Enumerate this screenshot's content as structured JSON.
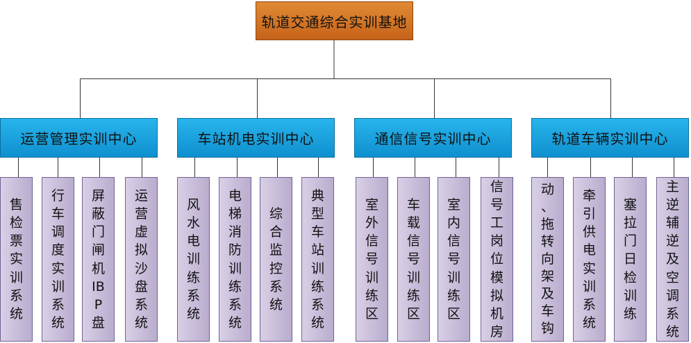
{
  "root": {
    "label": "轨道交通综合实训基地"
  },
  "centers": [
    {
      "label": "运营管理实训中心",
      "children": [
        "售检票实训系统",
        "行车调度实训系统",
        "屏蔽门闸机IBP盘",
        "运营虚拟沙盘系统"
      ]
    },
    {
      "label": "车站机电实训中心",
      "children": [
        "风水电训练系统",
        "电梯消防训练系统",
        "综合监控系统",
        "典型车站训练系统"
      ]
    },
    {
      "label": "通信信号实训中心",
      "children": [
        "室外信号训练区",
        "车载信号训练区",
        "室内信号训练区",
        "信号工岗位模拟机房"
      ]
    },
    {
      "label": "轨道车辆实训中心",
      "children": [
        "动、拖转向架及车钩",
        "牵引供电实训系统",
        "塞拉门日检训练",
        "主逆辅逆及空调系统"
      ]
    }
  ]
}
